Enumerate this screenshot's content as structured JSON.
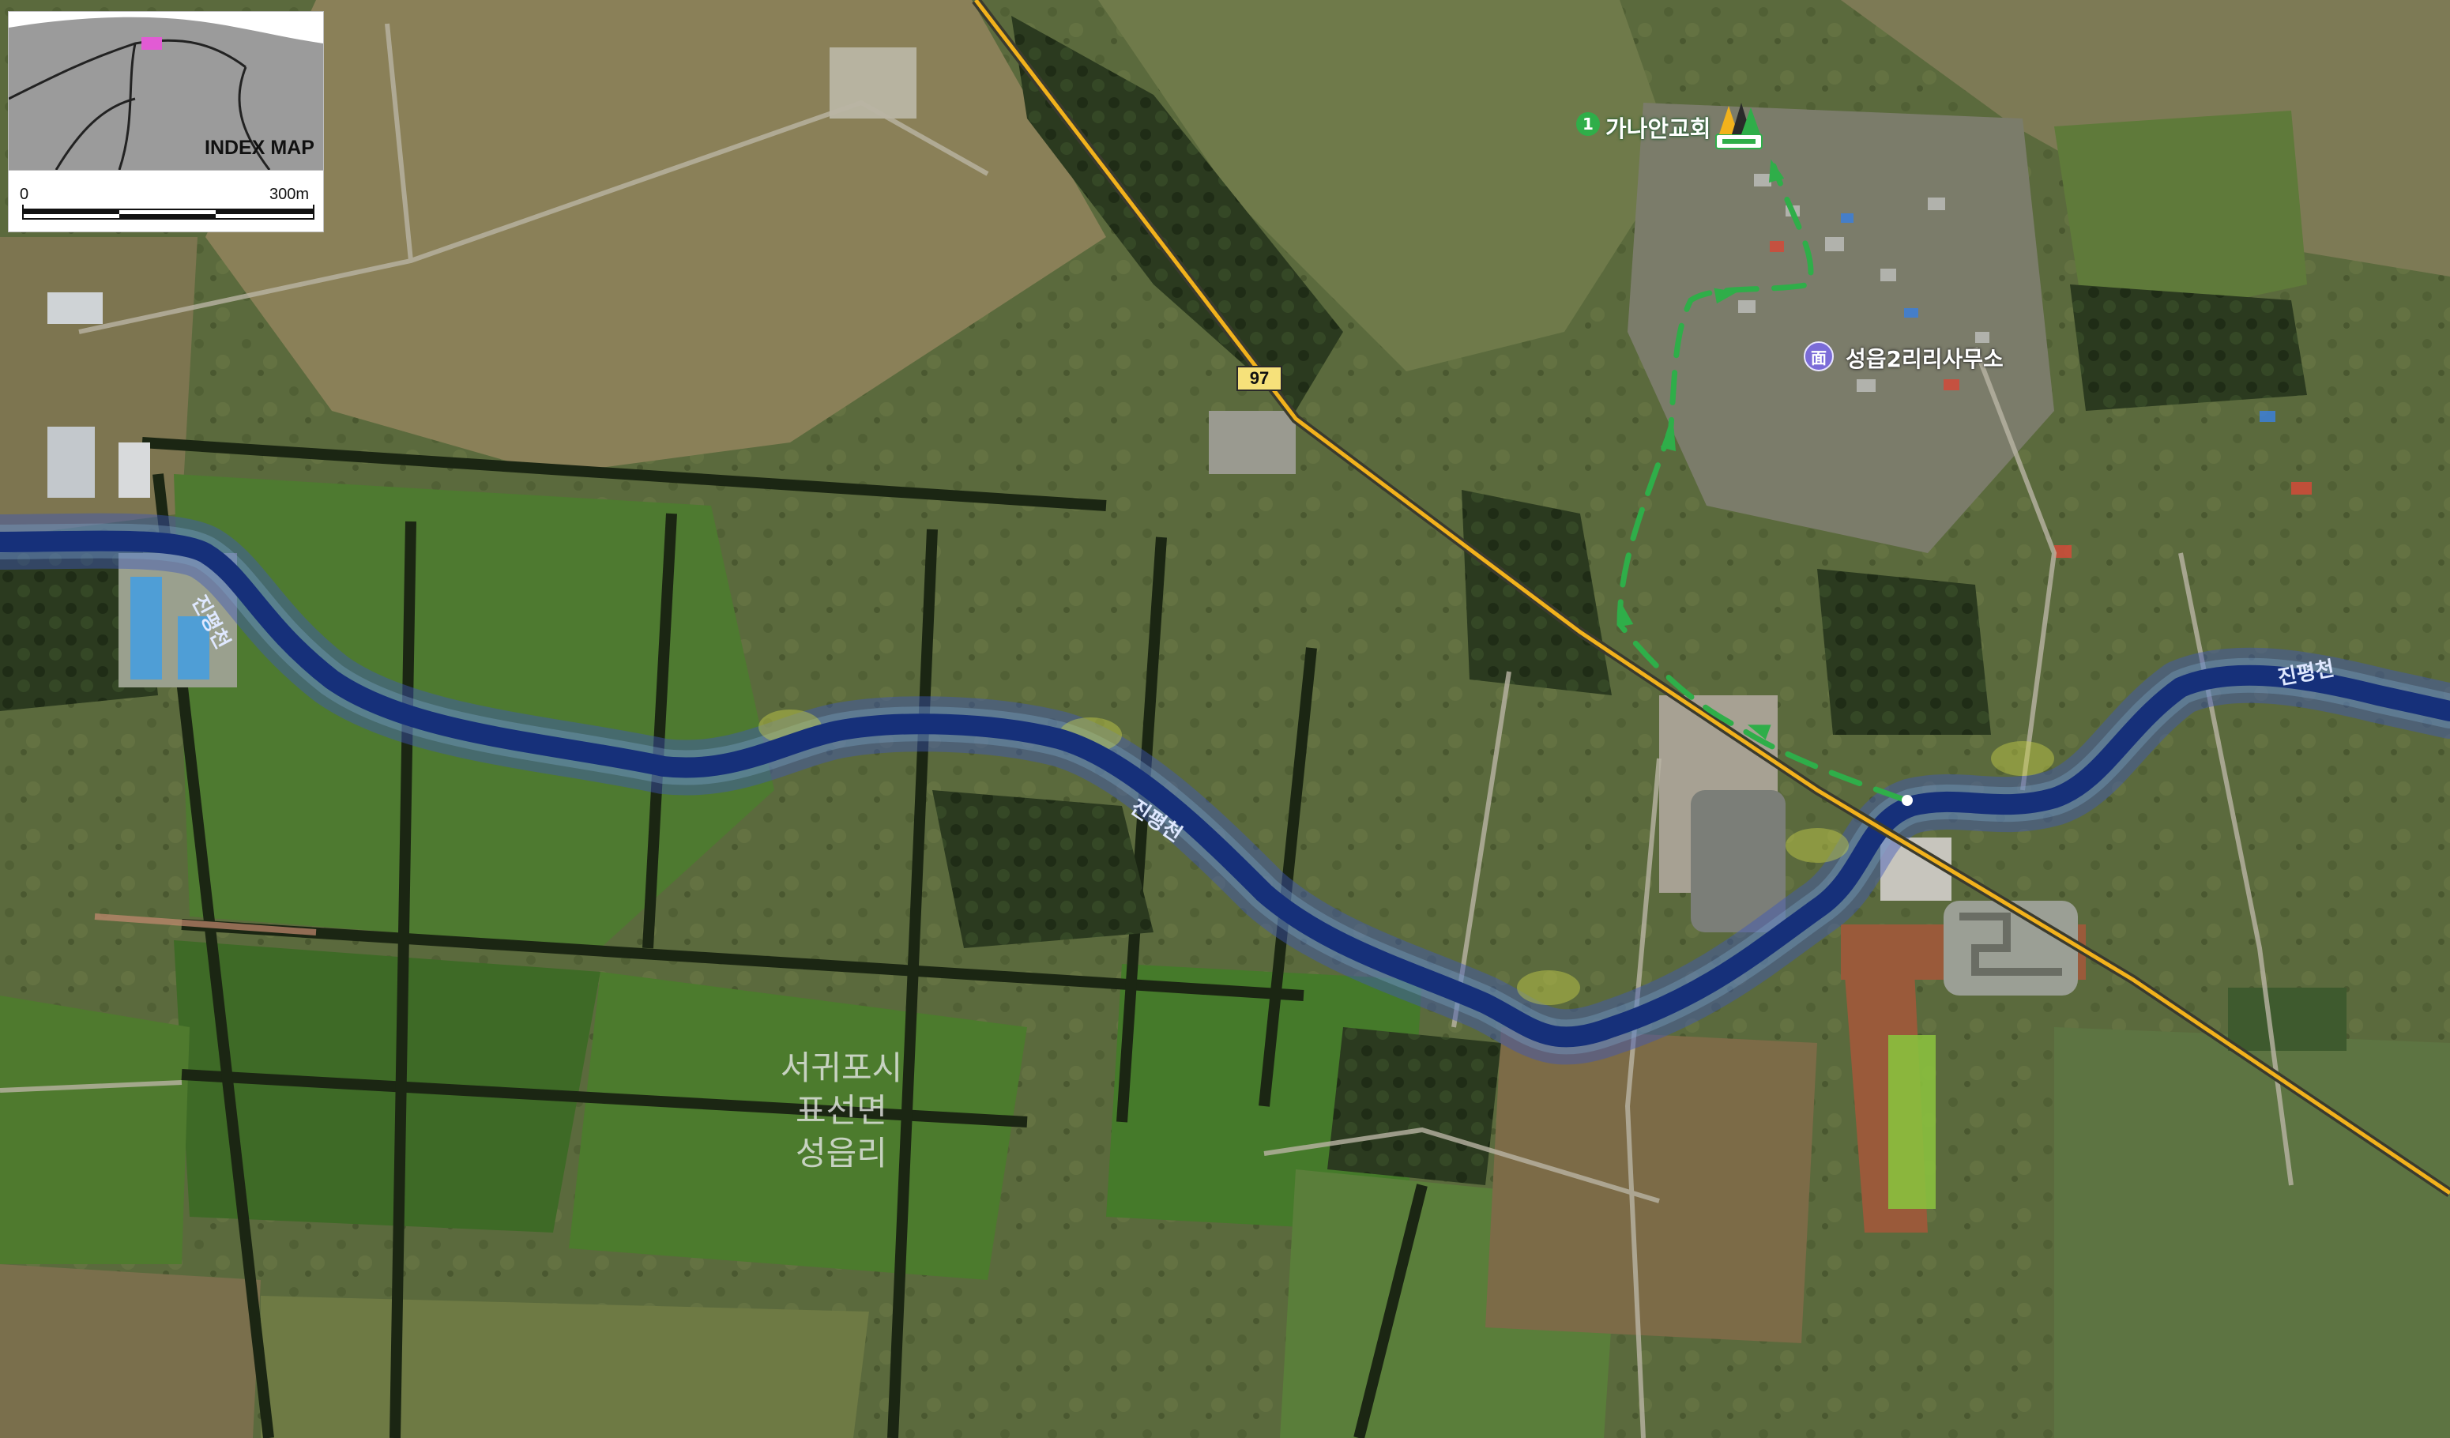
{
  "index_map": {
    "title": "INDEX MAP",
    "highlight_color": "#e25bd4"
  },
  "scale_bar": {
    "start_label": "0",
    "end_label": "300m"
  },
  "road": {
    "number": "97",
    "color": "#f2b21c"
  },
  "river": {
    "label": "진평천",
    "color": "#16307a"
  },
  "route": {
    "color": "#2fae49"
  },
  "poi": {
    "number": "1",
    "name": "가나안교회",
    "icon": "church-icon"
  },
  "office": {
    "icon_char": "面",
    "name": "성읍2리리사무소"
  },
  "admin_area": {
    "line1": "서귀포시",
    "line2": "표선면",
    "line3": "성읍리"
  },
  "colors": {
    "field_green": "#4f7a2e",
    "dry_field": "#8a7a52",
    "forest": "#26331b"
  }
}
